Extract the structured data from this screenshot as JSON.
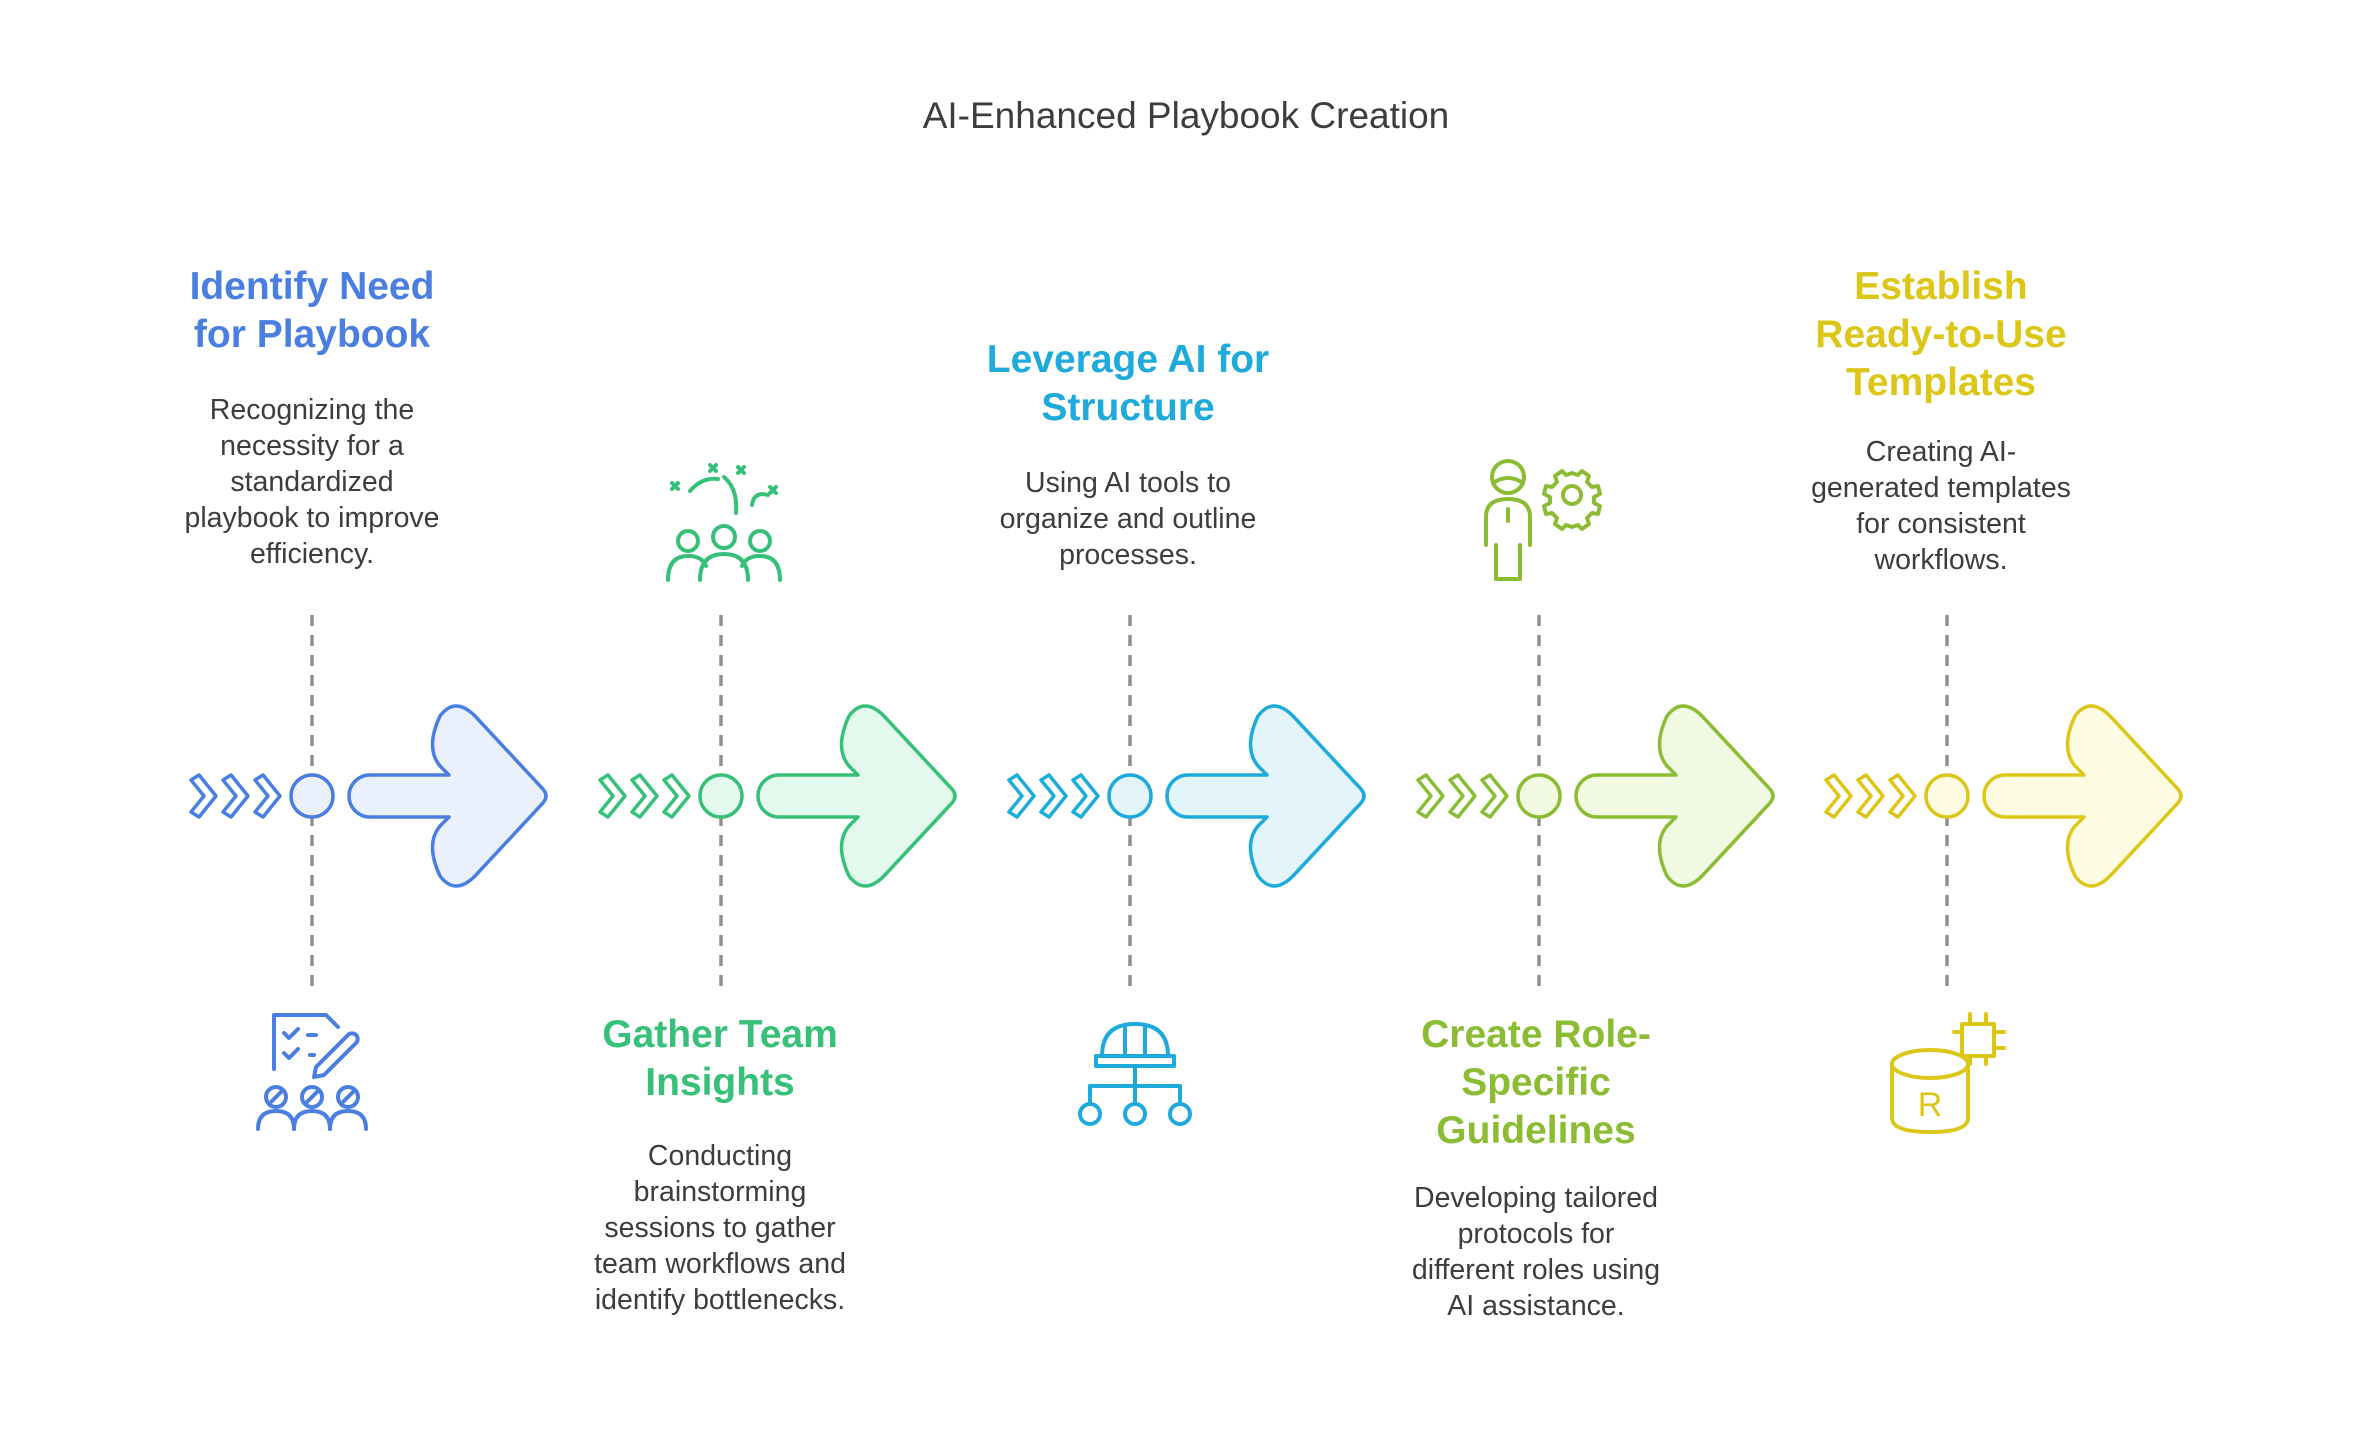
{
  "title": "AI-Enhanced Playbook Creation",
  "steps": [
    {
      "title_lines": [
        "Identify Need",
        "for Playbook"
      ],
      "desc_lines": [
        "Recognizing the",
        "necessity for a",
        "standardized",
        "playbook to improve",
        "efficiency."
      ],
      "color": "#4a7ee0",
      "fill": "#eaf1fc",
      "icon": "checklist-team-icon"
    },
    {
      "title_lines": [
        "Gather Team",
        "Insights"
      ],
      "desc_lines": [
        "Conducting",
        "brainstorming",
        "sessions to gather",
        "team workflows and",
        "identify bottlenecks."
      ],
      "color": "#37c079",
      "fill": "#e3f9ed",
      "icon": "team-celebration-icon"
    },
    {
      "title_lines": [
        "Leverage AI for",
        "Structure"
      ],
      "desc_lines": [
        "Using AI tools to",
        "organize and outline",
        "processes."
      ],
      "color": "#1faadc",
      "fill": "#e3f5fb",
      "icon": "hardhat-hierarchy-icon"
    },
    {
      "title_lines": [
        "Create Role-",
        "Specific",
        "Guidelines"
      ],
      "desc_lines": [
        "Developing tailored",
        "protocols for",
        "different roles using",
        "AI assistance."
      ],
      "color": "#8cbc33",
      "fill": "#f2f9e3",
      "icon": "person-gear-icon"
    },
    {
      "title_lines": [
        "Establish",
        "Ready-to-Use",
        "Templates"
      ],
      "desc_lines": [
        "Creating AI-",
        "generated templates",
        "for consistent",
        "workflows."
      ],
      "color": "#dcc719",
      "fill": "#fdfbe2",
      "icon": "database-chip-icon"
    }
  ],
  "icon_text": {
    "database_label": "R"
  }
}
